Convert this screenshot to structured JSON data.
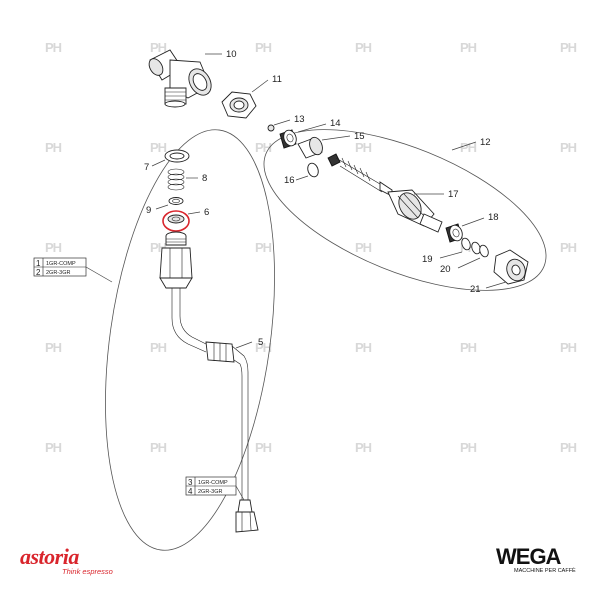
{
  "watermark_text": "PH",
  "callouts": {
    "c5": "5",
    "c6": "6",
    "c7": "7",
    "c8": "8",
    "c9": "9",
    "c10": "10",
    "c11": "11",
    "c12": "12",
    "c13": "13",
    "c14": "14",
    "c15": "15",
    "c16": "16",
    "c17": "17",
    "c18": "18",
    "c19": "19",
    "c20": "20",
    "c21": "21"
  },
  "legend_top": {
    "rows": [
      {
        "num": "1",
        "text": "1GR-COMP"
      },
      {
        "num": "2",
        "text": "2GR-3GR"
      }
    ]
  },
  "legend_bottom": {
    "rows": [
      {
        "num": "3",
        "text": "1GR-COMP"
      },
      {
        "num": "4",
        "text": "2GR-3GR"
      }
    ]
  },
  "brands": {
    "left_name": "astoria",
    "left_tagline": "Think espresso",
    "right_name": "WEGA",
    "right_tagline": "MACCHINE PER CAFFÈ"
  },
  "colors": {
    "astoria_red": "#d9252c",
    "highlight_red": "#d9252c",
    "watermark": "#d8d8d8"
  }
}
